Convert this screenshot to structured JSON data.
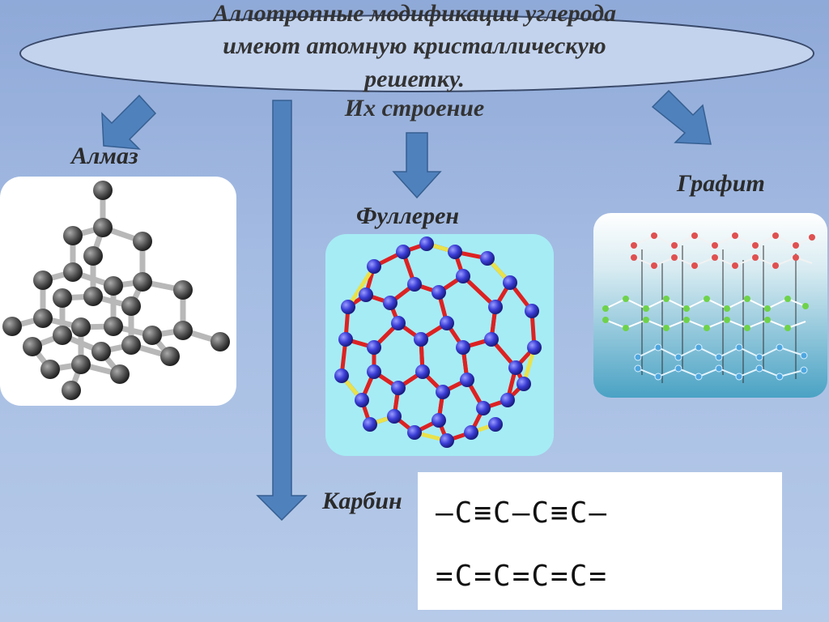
{
  "title": {
    "line1": "Аллотропные  модификации  углерода",
    "line2": "имеют атомную кристаллическую",
    "line3": "решетку.",
    "line4": "Их строение"
  },
  "labels": {
    "diamond": "Алмаз",
    "fullerene": "Фуллерен",
    "graphite": "Графит",
    "carbyne": "Карбин"
  },
  "carbyne": {
    "formula1": "—C≡C—C≡C—",
    "formula2": "=C=C=C=C="
  },
  "colors": {
    "arrow": "#4f81bd",
    "ellipse_fill": "#c3d3ee",
    "atom_diamond": "#555555",
    "atom_fullerene": "#3b3ed6",
    "bond_fullerene_red": "#d22",
    "bond_fullerene_yellow": "#e9e24a",
    "graphite_layer1": "#e05050",
    "graphite_layer2": "#6ed24a",
    "graphite_layer3": "#4fa7e0"
  }
}
